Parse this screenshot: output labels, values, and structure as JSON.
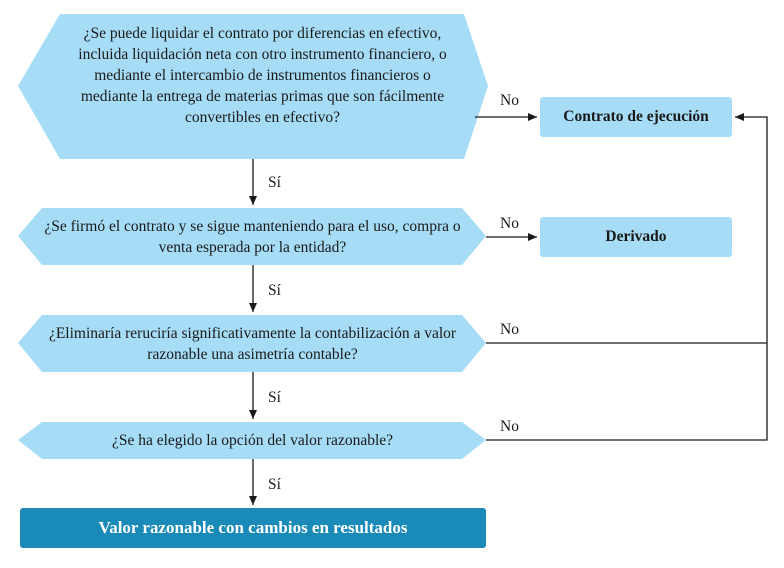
{
  "colors": {
    "decision_fill": "#a6dcf6",
    "result_fill": "#a6dcf6",
    "final_fill": "#1a8ab8",
    "line": "#1a1a1a"
  },
  "questions": {
    "q1": "¿Se puede liquidar el contrato por diferencias en efectivo, incluida liquidación neta con otro instrumento financiero, o mediante el intercambio de instrumentos financieros o mediante la entrega de materias primas que son fácilmente convertibles en efectivo?",
    "q2": "¿Se firmó el contrato y se sigue manteniendo para el uso, compra o venta esperada por la entidad?",
    "q3": "¿Eliminaría reruciría significativamente la contabilización a valor razonable una asimetría contable?",
    "q4": "¿Se ha elegido la opción del valor razonable?"
  },
  "results": {
    "r1": "Contrato de ejecución",
    "r2": "Derivado",
    "final": "Valor razonable con cambios en resultados"
  },
  "labels": {
    "yes": "Sí",
    "no": "No"
  }
}
